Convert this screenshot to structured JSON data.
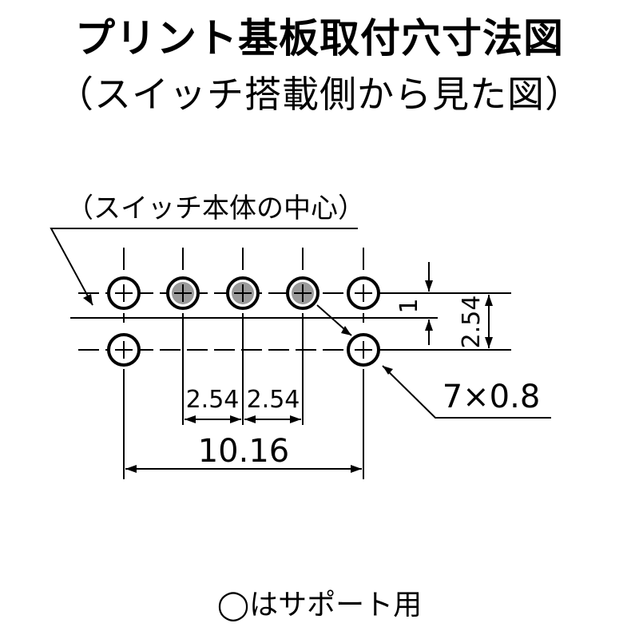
{
  "title_line1": "プリント基板取付穴寸法図",
  "title_line2": "（スイッチ搭載側から見た図）",
  "callout_center": "（スイッチ本体の中心）",
  "dimensions": {
    "pitch_1": "2.54",
    "pitch_2": "2.54",
    "total_width": "10.16",
    "vertical_offset": "1",
    "row_pitch": "2.54",
    "hole_spec": "7×0.8"
  },
  "legend": "◯はサポート用",
  "colors": {
    "line": "#000000",
    "filled_hole": "#9a9a9a",
    "support_hole": "#ffffff"
  },
  "holes": [
    {
      "row": "top",
      "col": 0,
      "type": "support"
    },
    {
      "row": "top",
      "col": 1,
      "type": "filled"
    },
    {
      "row": "top",
      "col": 2,
      "type": "filled"
    },
    {
      "row": "top",
      "col": 3,
      "type": "filled"
    },
    {
      "row": "top",
      "col": 4,
      "type": "support"
    },
    {
      "row": "bottom",
      "col": 0,
      "type": "support"
    },
    {
      "row": "bottom",
      "col": 4,
      "type": "support"
    }
  ]
}
